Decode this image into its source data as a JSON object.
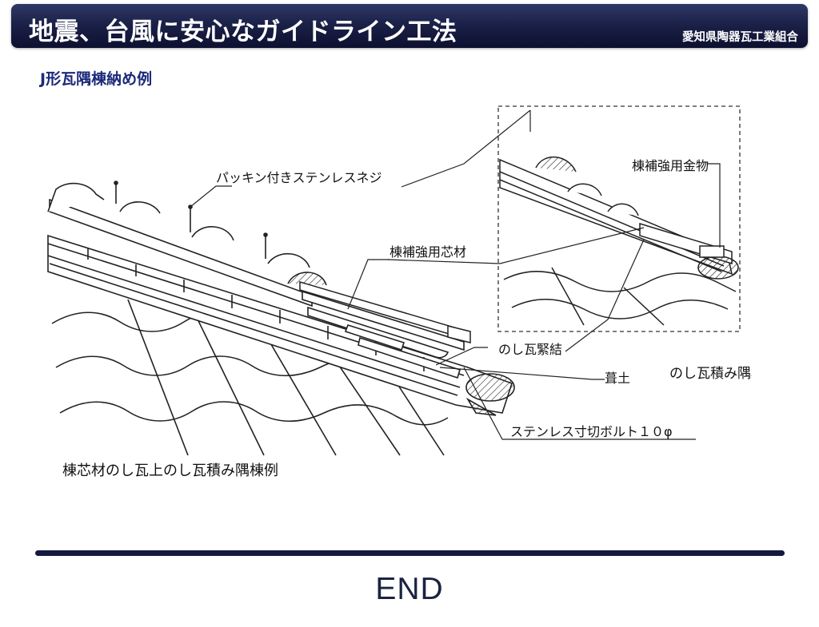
{
  "header": {
    "title": "地震、台風に安心なガイドライン工法",
    "organization": "愛知県陶器瓦工業組合"
  },
  "subtitle": "J形瓦隅棟納め例",
  "diagram": {
    "labels": {
      "packing_screw": "パッキン付きステンレスネジ",
      "ridge_core": "棟補強用芯材",
      "noshi_binding": "のし瓦緊結",
      "mortar": "葺土",
      "bolt": "ステンレス寸切ボルト１０φ",
      "metal_fitting": "棟補強用金物",
      "noshi_example": "のし瓦積み隅棟例",
      "core_example": "棟芯材のし瓦上のし瓦積み隅棟例"
    }
  },
  "footer": {
    "end": "END"
  },
  "colors": {
    "header_bg": "#1b2148",
    "subtitle": "#1b2a7a",
    "divider": "#14193f"
  }
}
